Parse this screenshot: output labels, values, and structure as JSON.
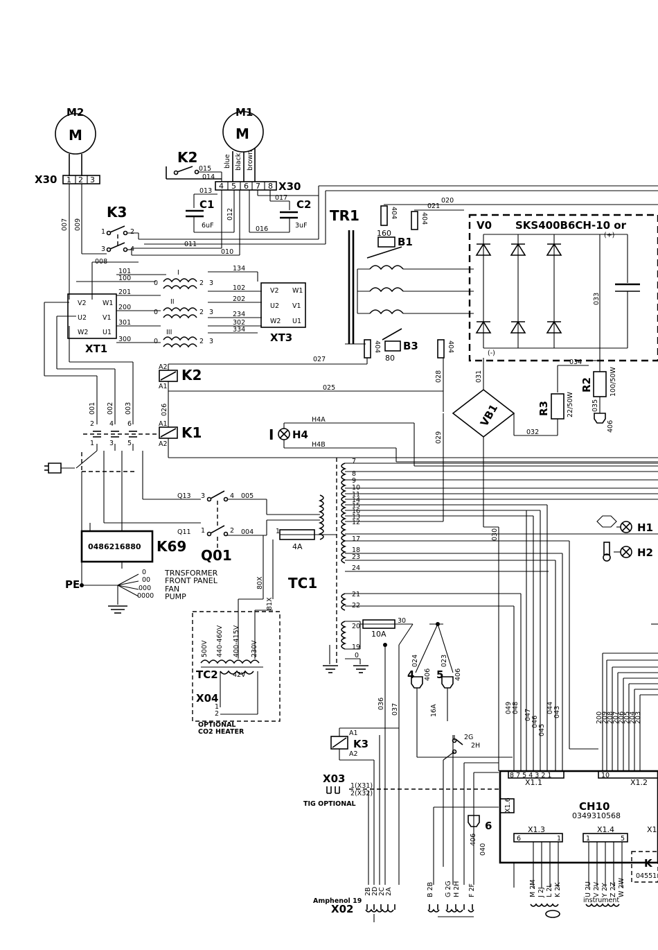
{
  "labels": {
    "m2": "M2",
    "m1": "M1",
    "motor_symbol": "M",
    "x30": "X30",
    "x30_pins_left": [
      "1",
      "2",
      "3"
    ],
    "x30_pins_right": [
      "4",
      "5",
      "6",
      "7",
      "8"
    ],
    "k2": "K2",
    "k3": "K3",
    "c1": "C1",
    "c1_val": "6uF",
    "c2": "C2",
    "c2_val": "3uF",
    "wire_blue": "blue",
    "wire_black": "black",
    "wire_brown": "brown",
    "tr1": "TR1",
    "b1": "B1",
    "b1_val": "160",
    "b3": "B3",
    "b3_val": "80",
    "v0": "V0",
    "sks": "SKS400B6CH-10  or",
    "xt1": "XT1",
    "xt3": "XT3",
    "xt1_terms": [
      "V2",
      "W1",
      "U2",
      "V1",
      "W2",
      "U1"
    ],
    "xt3_terms": [
      "V2",
      "W1",
      "U2",
      "V1",
      "W2",
      "U1"
    ],
    "winding_I": "I",
    "winding_II": "II",
    "winding_III": "III",
    "k2_coil": "K2",
    "k1_coil": "K1",
    "a1": "A1",
    "a2": "A2",
    "h4": "H4",
    "h4a": "H4A",
    "h4b": "H4B",
    "vb1": "VB1",
    "r2": "R2",
    "r2_val": "100/50W",
    "r3": "R3",
    "r3_val": "22/50W",
    "k69": "K69",
    "k69_code": "0486216880",
    "q01": "Q01",
    "tc1": "TC1",
    "tc2": "TC2",
    "tc2_v": "42V",
    "tc2_taps": [
      "500V",
      "440-460V",
      "400-415V",
      "230V"
    ],
    "fuse_4a": "4A",
    "fuse_10a": "10A",
    "pe": "PE",
    "pe_legend": [
      {
        "code": "0",
        "text": "TRNSFORMER"
      },
      {
        "code": "00",
        "text": "FRONT PANEL"
      },
      {
        "code": "000",
        "text": "FAN"
      },
      {
        "code": "0000",
        "text": "PUMP"
      }
    ],
    "x04": "X04",
    "optional": "OPTIONAL",
    "co2": "CO2 HEATER",
    "k3_coil": "K3",
    "x03": "X03",
    "x03_1": "1(X31)",
    "x03_2": "2(X32)",
    "tig": "TIG OPTIONAL",
    "x02": "X02",
    "amphenol": "Amphenol 19",
    "ch10": "CH10",
    "ch10_code": "0349310568",
    "x11": "X1.1",
    "x11_pins": "8 7 5 4 3 2 1",
    "x12": "X1.2",
    "x12_pin": "10",
    "x13": "X1.3",
    "x14": "X1.4",
    "x16": "X1.6",
    "x1": "X1",
    "h1": "H1",
    "h2": "H2",
    "k_right": "K",
    "k_right_code": "04551",
    "instrument": "instrument",
    "plus": "(+)",
    "minus": "(-)",
    "b1_tag": "404",
    "b3_tag": "404",
    "num_6": "6",
    "num_5": "5",
    "num_4": "4",
    "num_1": "1",
    "tc1_taps": [
      "7",
      "8",
      "9",
      "10",
      "11",
      "14",
      "15",
      "16",
      "13",
      "12",
      "17",
      "18",
      "23",
      "24",
      "21",
      "22",
      "20",
      "19"
    ],
    "q01_terms": [
      "3",
      "4",
      "1",
      "2"
    ],
    "k3_terms": [
      "1",
      "2",
      "3",
      "4"
    ],
    "contact_terms": [
      "2",
      "4",
      "6",
      "1",
      "3",
      "5"
    ],
    "tc1_bottom": [
      "30",
      "0"
    ],
    "wires": {
      "w007": "007",
      "w009": "009",
      "w008": "008",
      "w013": "013",
      "w014": "014",
      "w015": "015",
      "w012": "012",
      "w011": "011",
      "w010": "010",
      "w016": "016",
      "w017": "017",
      "w020": "020",
      "w021": "021",
      "w101": "101",
      "w100": "100",
      "w201": "201",
      "w200": "200",
      "w301": "301",
      "w300": "300",
      "w134": "134",
      "w102": "102",
      "w202": "202",
      "w234": "234",
      "w302": "302",
      "w334": "334",
      "w027": "027",
      "w025": "025",
      "w026": "026",
      "w001": "001",
      "w002": "002",
      "w003": "003",
      "w028": "028",
      "w029": "029",
      "w030": "030",
      "w031": "031",
      "w032": "032",
      "w033": "033",
      "w034": "034",
      "w035": "035",
      "w406": "406",
      "w005": "005",
      "w004": "004",
      "w013b": "Q13",
      "w011b": "Q11",
      "w80x": "80X",
      "w81x": "81X",
      "w024": "024",
      "w023": "023",
      "w036": "036",
      "w037": "037",
      "w16a": "16A",
      "w049": "049",
      "w048": "048",
      "w047": "047",
      "w046": "046",
      "w045": "045",
      "w044": "044",
      "w043": "043",
      "w040": "040",
      "w200s": [
        "200",
        "209",
        "208",
        "207",
        "206",
        "205",
        "204",
        "203"
      ],
      "w2g": "2G",
      "w2h": "2H"
    },
    "x02_pins": [
      "2B",
      "2D",
      "2C",
      "2A"
    ],
    "mid_pins": [
      "B 2B",
      "G 2G",
      "H 2H",
      "F 2F"
    ],
    "x13_pins": [
      "M 2M",
      "J 2J",
      "L 2L",
      "K 2K"
    ],
    "x14_pins": [
      "U 2U",
      "V 2V",
      "Y 2Y",
      "Z 2Z",
      "W 2W"
    ],
    "x13_nums": [
      "6",
      "1"
    ],
    "x14_nums": [
      "1",
      "5"
    ]
  }
}
